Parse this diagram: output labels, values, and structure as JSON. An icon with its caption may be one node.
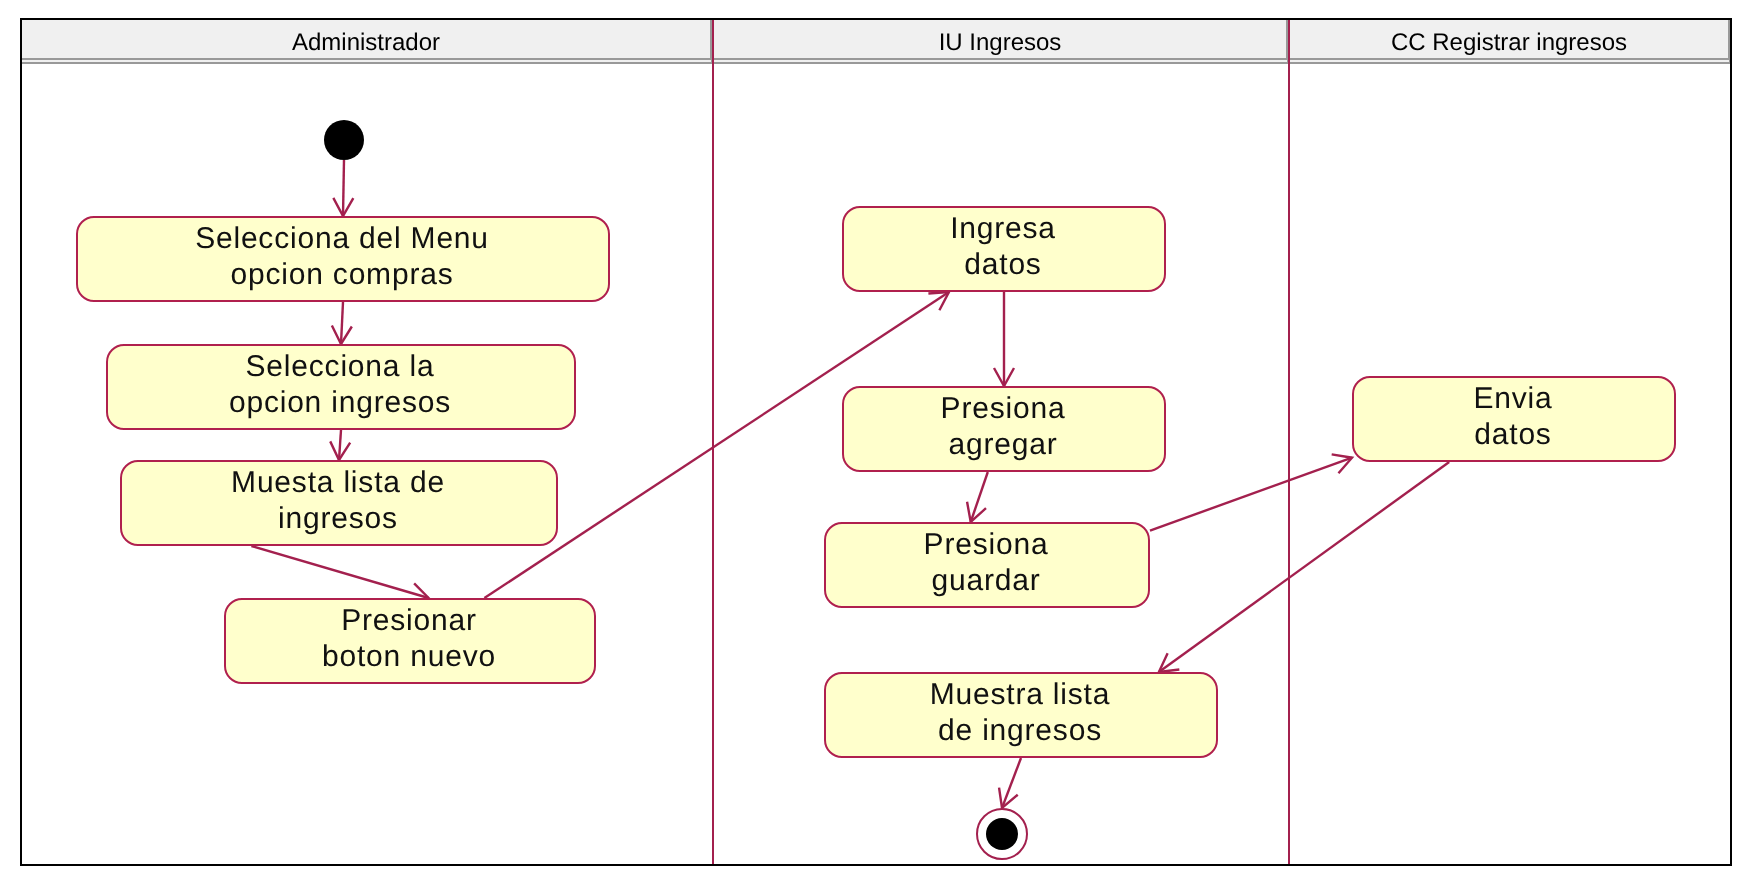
{
  "diagram": {
    "nodes": [
      {
        "text": [
          "Administrador"
        ]
      },
      {
        "text": [
          "IU Ingresos"
        ]
      },
      {
        "text": [
          "CC Registrar ingresos"
        ]
      },
      {
        "text": [],
        "shape": "circle",
        "in": 0
      },
      {
        "text": [
          "Selecciona del Menu opcion compras"
        ],
        "in": 0
      },
      {
        "text": [
          "Selecciona la opcion ingresos"
        ],
        "in": 0
      },
      {
        "text": [
          "Muesta lista de ingresos"
        ],
        "in": 0
      },
      {
        "text": [
          "Presionar boton nuevo"
        ],
        "in": 0
      },
      {
        "text": [
          "Ingresa datos"
        ],
        "in": 1
      },
      {
        "text": [
          "Presiona agregar"
        ],
        "in": 1
      },
      {
        "text": [
          "Presiona guardar"
        ],
        "in": 1
      },
      {
        "text": [
          "Envia datos"
        ],
        "in": 2
      },
      {
        "text": [
          "Muestra lista de ingresos"
        ],
        "in": 1
      },
      {
        "text": [],
        "shape": "circle",
        "in": 1
      }
    ],
    "edges": [
      {
        "from": 3,
        "to": 4,
        "arrow": "to"
      },
      {
        "from": 4,
        "to": 5,
        "arrow": "to"
      },
      {
        "from": 5,
        "to": 6,
        "arrow": "to"
      },
      {
        "from": 6,
        "to": 7,
        "arrow": "to"
      },
      {
        "from": 7,
        "to": 8,
        "arrow": "to"
      },
      {
        "from": 8,
        "to": 9,
        "arrow": "to"
      },
      {
        "from": 9,
        "to": 10,
        "arrow": "to"
      },
      {
        "from": 10,
        "to": 11,
        "arrow": "to"
      },
      {
        "from": 11,
        "to": 12,
        "arrow": "to"
      },
      {
        "from": 12,
        "to": 13,
        "arrow": "to"
      }
    ]
  }
}
